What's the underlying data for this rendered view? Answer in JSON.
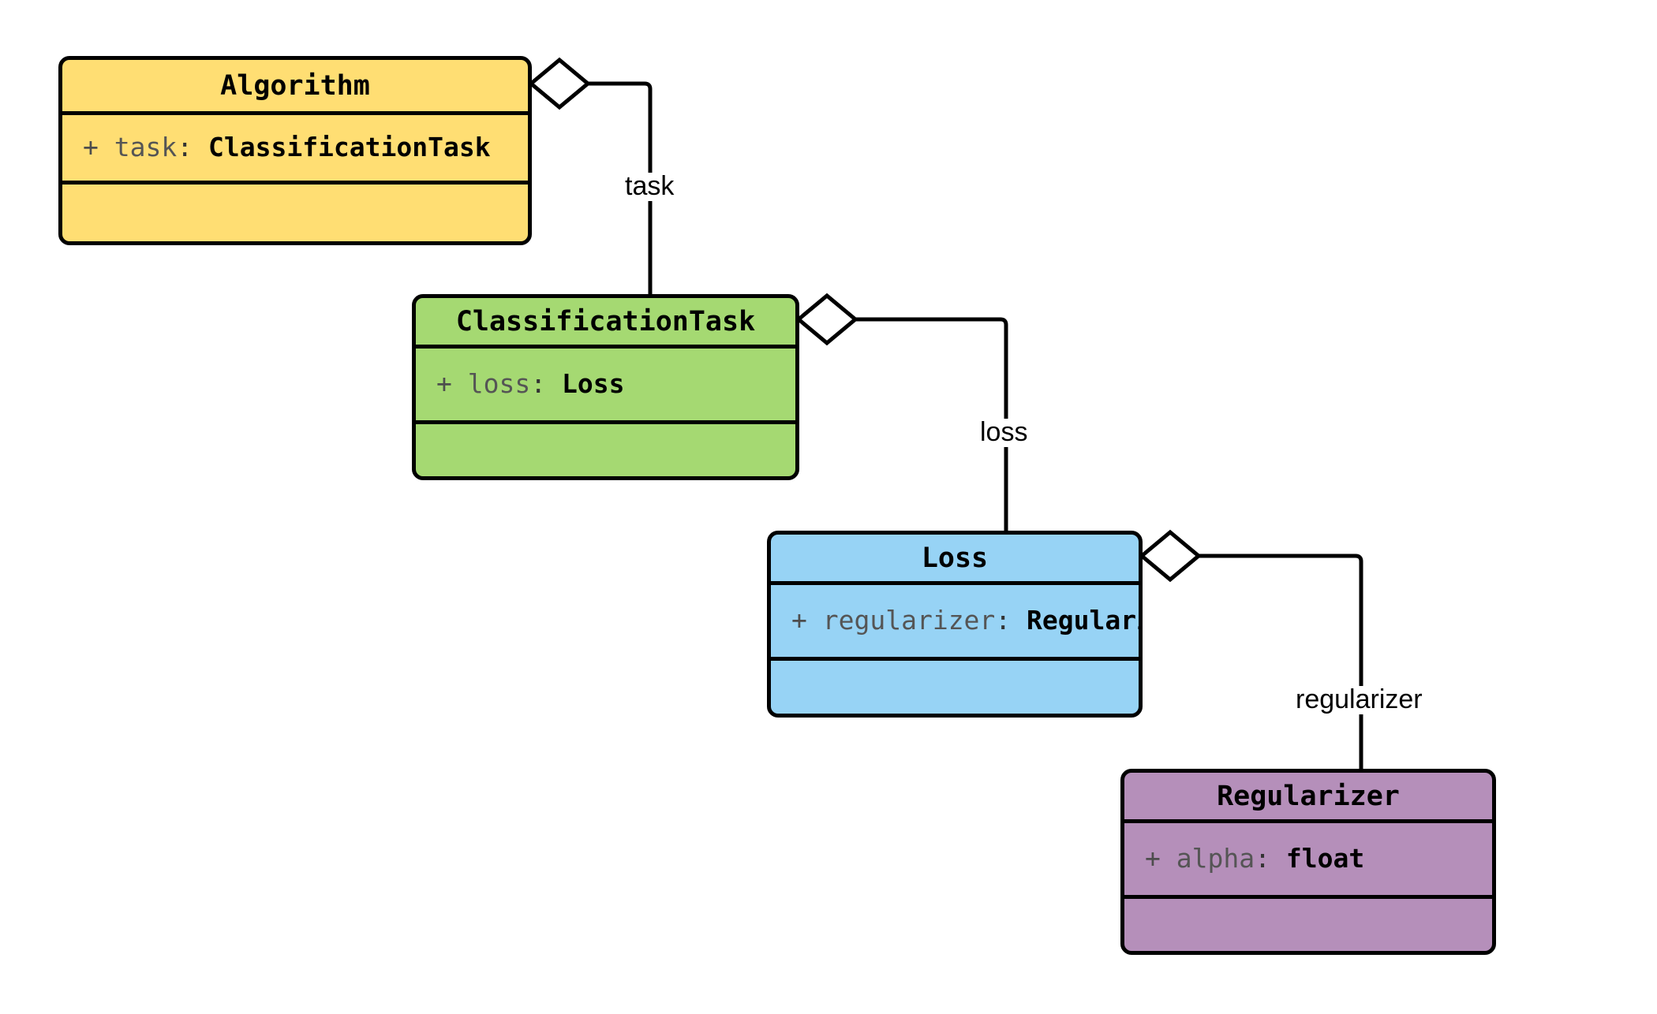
{
  "diagram": {
    "type": "uml-class-diagram",
    "background": "#ffffff",
    "stroke": "#000000",
    "classes": [
      {
        "id": "algorithm",
        "name": "Algorithm",
        "fill": "#FFDE73",
        "attributes": [
          {
            "visibility": "+",
            "name": "task",
            "type": "ClassificationTask"
          }
        ],
        "methods": []
      },
      {
        "id": "classificationtask",
        "name": "ClassificationTask",
        "fill": "#A5D972",
        "attributes": [
          {
            "visibility": "+",
            "name": "loss",
            "type": "Loss"
          }
        ],
        "methods": []
      },
      {
        "id": "loss",
        "name": "Loss",
        "fill": "#97D3F5",
        "attributes": [
          {
            "visibility": "+",
            "name": "regularizer",
            "type": "Regularizer"
          }
        ],
        "methods": []
      },
      {
        "id": "regularizer",
        "name": "Regularizer",
        "fill": "#B58FBA",
        "attributes": [
          {
            "visibility": "+",
            "name": "alpha",
            "type": "float"
          }
        ],
        "methods": []
      }
    ],
    "relations": [
      {
        "id": "rel-task",
        "kind": "aggregation",
        "from": "algorithm",
        "to": "classificationtask",
        "label": "task"
      },
      {
        "id": "rel-loss",
        "kind": "aggregation",
        "from": "classificationtask",
        "to": "loss",
        "label": "loss"
      },
      {
        "id": "rel-regularizer",
        "kind": "aggregation",
        "from": "loss",
        "to": "regularizer",
        "label": "regularizer"
      }
    ]
  }
}
